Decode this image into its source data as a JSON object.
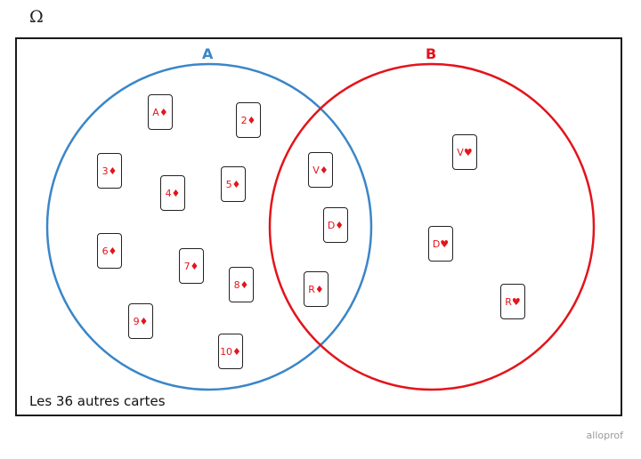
{
  "omega": "Ω",
  "set_a": {
    "label": "A",
    "color": "#3a86c8"
  },
  "set_b": {
    "label": "B",
    "color": "#e3141b"
  },
  "cards": {
    "a_only": [
      "A♦",
      "2♦",
      "3♦",
      "4♦",
      "5♦",
      "6♦",
      "7♦",
      "8♦",
      "9♦",
      "10♦"
    ],
    "a_and_b": [
      "V♦",
      "D♦",
      "R♦"
    ],
    "b_only": [
      "V♥",
      "D♥",
      "R♥"
    ]
  },
  "card_color": "#e3141b",
  "others_label": "Les 36 autres cartes",
  "brand": "alloprof"
}
